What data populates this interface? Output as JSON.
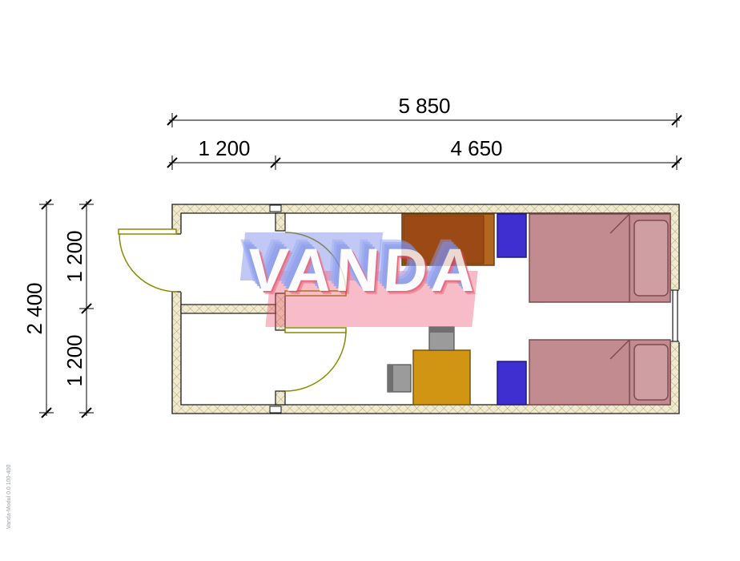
{
  "watermark": {
    "text": "VANDA"
  },
  "dimensions": {
    "top_total": "5 850",
    "top_left": "1 200",
    "top_right": "4 650",
    "side_total": "2 400",
    "side_top": "1 200",
    "side_bottom": "1 200"
  },
  "footer": {
    "note": "Vanda-Modul 0.0 100-400"
  },
  "colors": {
    "wall_hatch_bg": "#f0ead0",
    "wall_hatch_line": "#b3a878",
    "wall_outline": "#1a1a1a",
    "door": "#8a8a00",
    "bed": "#c28b90",
    "bed_pillow": "#cf9ea3",
    "bed_outline": "#7d4a50",
    "nightstand": "#3f2fd1",
    "nightstand_outline": "#241a7a",
    "table": "#d29413",
    "table_outline": "#7c5708",
    "desk_light": "#b4661f",
    "desk_dark": "#9c4a15",
    "desk_outline": "#6f3d0e",
    "chair": "#9b9b9b",
    "chair_dark": "#6f6f6f",
    "chair_outline": "#4f4f4f",
    "watermark_blue": "rgba(100,118,230,0.5)",
    "watermark_red": "rgba(232,70,100,0.45)"
  }
}
